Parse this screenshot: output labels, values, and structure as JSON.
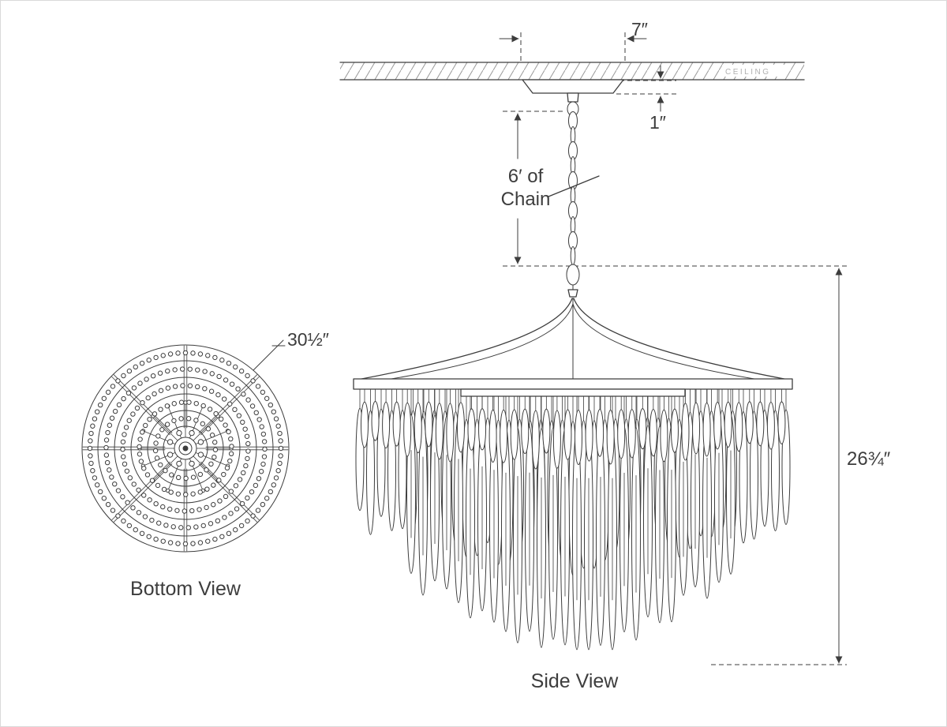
{
  "figure": {
    "ceiling_label": "CEILING",
    "dims": {
      "canopy_width": "7″",
      "canopy_drop": "1″",
      "chain_line1": "6′ of",
      "chain_line2": "Chain",
      "bottom_diameter": "30½″",
      "fixture_height": "26¾″"
    },
    "views": {
      "bottom": "Bottom View",
      "side": "Side View"
    },
    "colors": {
      "line": "#3d3d3d",
      "hatch": "#9a9a9a",
      "muted": "#b0b0b0",
      "background": "#ffffff"
    }
  }
}
